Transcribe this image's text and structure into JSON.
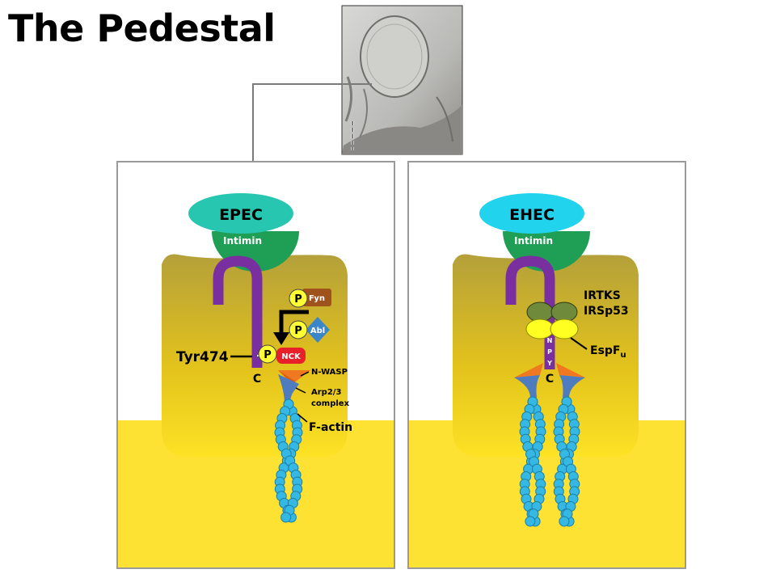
{
  "title": "The Pedestal",
  "left_panel": {
    "bacterium": "EPEC",
    "receptor": "Intimin",
    "phospho": "P",
    "kinase_fyn": "Fyn",
    "kinase_abl": "Abl",
    "adaptor": "NCK",
    "residue": "Tyr474",
    "terminus": "C",
    "nwasp": "N-WASP",
    "arp_line1": "Arp2/3",
    "arp_line2": "complex",
    "factin": "F-actin"
  },
  "right_panel": {
    "bacterium": "EHEC",
    "receptor": "Intimin",
    "irtks": "IRTKS",
    "irsp53": "IRSp53",
    "espf_main": "EspF",
    "espf_sub": "u",
    "motif_n": "N",
    "motif_p": "P",
    "motif_y": "Y",
    "terminus": "C"
  },
  "colors": {
    "epec": "#26c6b0",
    "ehec": "#22d3ee",
    "intimin": "#1f9e55",
    "tir": "#7a2fa0",
    "cell_dark": "#b7a23a",
    "cell_light": "#fde233",
    "actin": "#35b8e3",
    "phospho": "#ffff33",
    "fyn": "#a0521d",
    "abl": "#3a86c8",
    "nck": "#e8202a",
    "nwasp": "#f07820",
    "arp": "#4f7bbf",
    "irtks": "#6e8a3a",
    "espf": "#ffff22"
  }
}
